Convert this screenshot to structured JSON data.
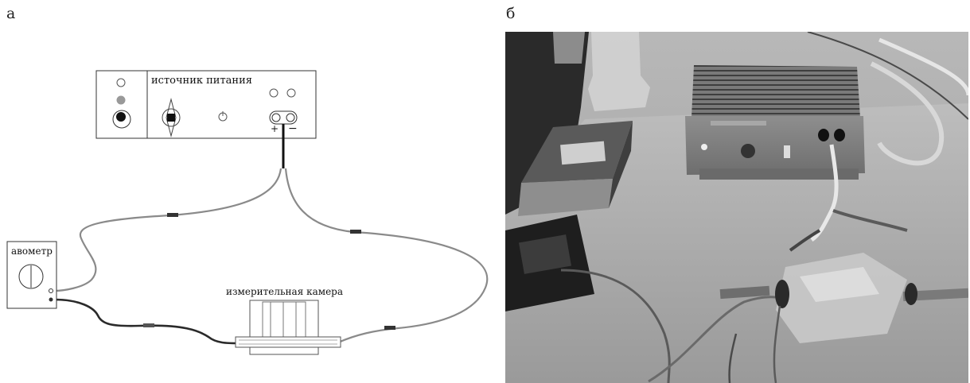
{
  "panels": {
    "a_label": "а",
    "b_label": "б"
  },
  "schematic": {
    "power_supply_label": "источник питания",
    "ohmmeter_label": "авометр",
    "chamber_label": "измерительная камера",
    "plus_sign": "+",
    "minus_sign": "−"
  },
  "colors": {
    "wire_gray": "#8a8a8a",
    "wire_dark": "#2a2a2a",
    "outline": "#333333"
  }
}
